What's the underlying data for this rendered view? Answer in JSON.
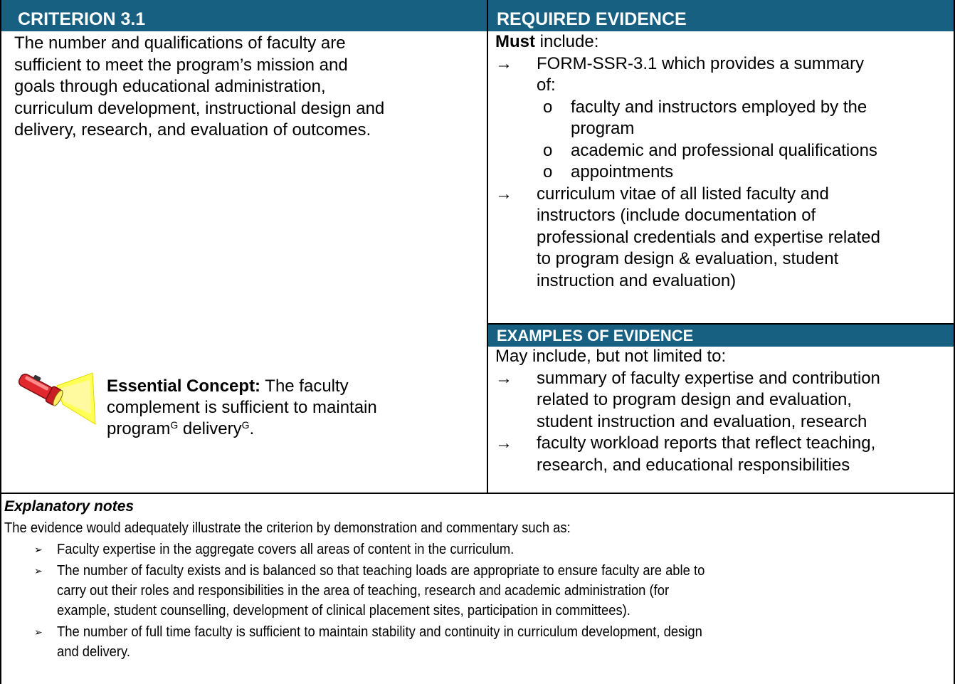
{
  "criterion": {
    "header": "CRITERION 3.1",
    "text_lines": [
      "The number and qualifications of faculty are",
      "sufficient to meet the program’s mission and",
      "goals through educational administration,",
      "curriculum development, instructional design and",
      "delivery, research, and evaluation of outcomes."
    ],
    "concept_label": "Essential Concept:",
    "concept_text_1": " The faculty",
    "concept_text_2": "complement is sufficient to maintain",
    "concept_text_3a": "program",
    "concept_sup_1": "G",
    "concept_text_3b": " delivery",
    "concept_sup_2": "G",
    "concept_text_3c": "."
  },
  "required": {
    "header": "REQUIRED EVIDENCE",
    "must_bold": "Must",
    "must_rest": " include:",
    "arrow_symbol": "→",
    "item1_lines": [
      "FORM-SSR-3.1 which provides a summary",
      "of:"
    ],
    "circle_symbol": "o",
    "sub_items": [
      [
        "faculty and instructors employed by the",
        "program"
      ],
      [
        "academic and professional qualifications"
      ],
      [
        "appointments"
      ]
    ],
    "item2_lines": [
      "curriculum vitae of all listed faculty and",
      "instructors (include documentation of",
      "professional credentials and expertise related",
      "to program design & evaluation, student",
      "instruction and evaluation)"
    ]
  },
  "examples": {
    "header": "EXAMPLES OF EVIDENCE",
    "intro": "May include, but not limited to:",
    "item1_lines": [
      "summary of faculty expertise and contribution",
      "related to program design and evaluation,",
      "student instruction and evaluation, research"
    ],
    "item2_lines": [
      "faculty workload reports that reflect teaching,",
      "research, and educational responsibilities"
    ]
  },
  "notes": {
    "title": "Explanatory notes",
    "intro": "The evidence would adequately illustrate the criterion by demonstration and commentary such as:",
    "bullet_symbol": "➢",
    "items": [
      [
        "Faculty expertise in the aggregate covers all areas of content in the curriculum."
      ],
      [
        "The number of faculty exists and is balanced so that teaching loads are appropriate to ensure faculty are able to",
        "carry out their roles and responsibilities in the area of teaching, research and academic administration (for",
        "example, student counselling, development of clinical placement sites, participation in committees)."
      ],
      [
        "The number of full time faculty is sufficient to maintain stability and continuity in curriculum development, design",
        "and delivery."
      ]
    ]
  },
  "colors": {
    "header_bg": "#176082",
    "header_text": "#ffffff",
    "rule": "#000000"
  },
  "icons": {
    "flashlight": "flashlight-icon"
  }
}
